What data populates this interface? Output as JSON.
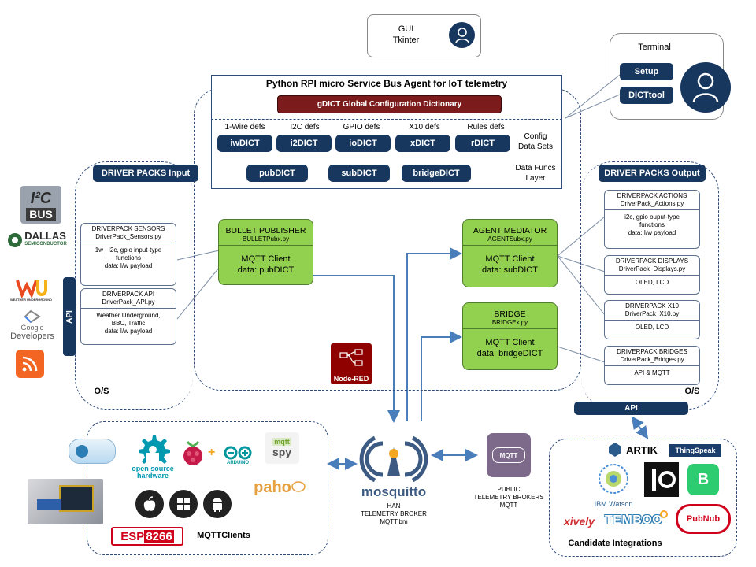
{
  "gui": {
    "line1": "GUI",
    "line2": "Tkinter"
  },
  "terminal": {
    "title": "Terminal",
    "setup": "Setup",
    "dicttool": "DICTtool"
  },
  "agent": {
    "title": "Python RPI micro Service Bus Agent for IoT telemetry",
    "gdict": "gDICT Global Configuration Dictionary",
    "defs": [
      "1-Wire defs",
      "I2C defs",
      "GPIO defs",
      "X10 defs",
      "Rules defs"
    ],
    "config_dicts": [
      "iwDICT",
      "i2DICT",
      "ioDICT",
      "xDICT",
      "rDICT"
    ],
    "config_label_1": "Config",
    "config_label_2": "Data Sets",
    "func_dicts": [
      "pubDICT",
      "subDICT",
      "bridgeDICT"
    ],
    "func_label_1": "Data Funcs",
    "func_label_2": "Layer"
  },
  "driver_input": {
    "header": "DRIVER PACKS Input",
    "api": "API",
    "os": "O/S",
    "packs": [
      {
        "name": "DRIVERPACK SENSORS",
        "file": "DriverPack_Sensors.py",
        "desc1": "1w , I2c, gpio input-type",
        "desc2": "functions",
        "desc3": "data: I/w payload"
      },
      {
        "name": "DRIVERPACK API",
        "file": "DriverPack_API.py",
        "desc1": "Weather Underground,",
        "desc2": "BBC, Traffic",
        "desc3": "data: I/w payload"
      }
    ]
  },
  "driver_output": {
    "header": "DRIVER PACKS Output",
    "os": "O/S",
    "api": "API",
    "packs": [
      {
        "name": "DRIVERPACK ACTIONS",
        "file": "DriverPack_Actions.py",
        "desc1": "i2c, gpio ouput-type",
        "desc2": "functions",
        "desc3": "data: I/w payload"
      },
      {
        "name": "DRIVERPACK DISPLAYS",
        "file": "DriverPack_Displays.py",
        "desc1": "OLED, LCD",
        "desc2": "",
        "desc3": ""
      },
      {
        "name": "DRIVERPACK X10",
        "file": "DriverPack_X10.py",
        "desc1": "OLED, LCD",
        "desc2": "",
        "desc3": ""
      },
      {
        "name": "DRIVERPACK BRIDGES",
        "file": "DriverPack_Bridges.py",
        "desc1": "API & MQTT",
        "desc2": "",
        "desc3": ""
      }
    ]
  },
  "bullet": {
    "title": "BULLET PUBLISHER",
    "file": "BULLETPubx.py",
    "line1": "MQTT Client",
    "line2": "data: pubDICT"
  },
  "mediator": {
    "title": "AGENT MEDIATOR",
    "file": "AGENTSubx.py",
    "line1": "MQTT Client",
    "line2": "data: subDICT"
  },
  "bridge": {
    "title": "BRIDGE",
    "file": "BRIDGEx.py",
    "line1": "MQTT Client",
    "line2": "data: bridgeDICT"
  },
  "nodered": {
    "label": "Node-RED"
  },
  "left_logos": {
    "i2c": "I²C",
    "i2c_sub": "BUS",
    "dallas": "DALLAS",
    "dallas_sub": "SEMICONDUCTOR",
    "wu": "WEATHER UNDERGROUND",
    "google1": "Google",
    "google2": "Developers"
  },
  "clients": {
    "label": "MQTTClients",
    "osh1": "open source",
    "osh2": "hardware",
    "arduino": "ARDUINO",
    "mqttspy_top": "mqtt",
    "mqttspy": "spy",
    "paho": "paho",
    "esp": "ESP",
    "esp_num": "8266"
  },
  "broker": {
    "brand": "mosquitto",
    "line1": "HAN",
    "line2": "TELEMETRY BROKER",
    "line3": "MQTTibm"
  },
  "public_broker": {
    "icon": "MQTT",
    "line1": "PUBLIC",
    "line2": "TELEMETRY BROKERS",
    "line3": "MQTT"
  },
  "integrations": {
    "label": "Candidate Integrations",
    "artik": "ARTIK",
    "thingspeak": "ThingSpeak",
    "watson": "IBM Watson",
    "xively": "xively",
    "temboo": "TEMBOO",
    "pubnub": "PubNub",
    "b": "B"
  },
  "colors": {
    "navy": "#17375e",
    "green": "#92d050",
    "dark_red": "#7b1b1b",
    "arrow": "#4a7ebb"
  }
}
